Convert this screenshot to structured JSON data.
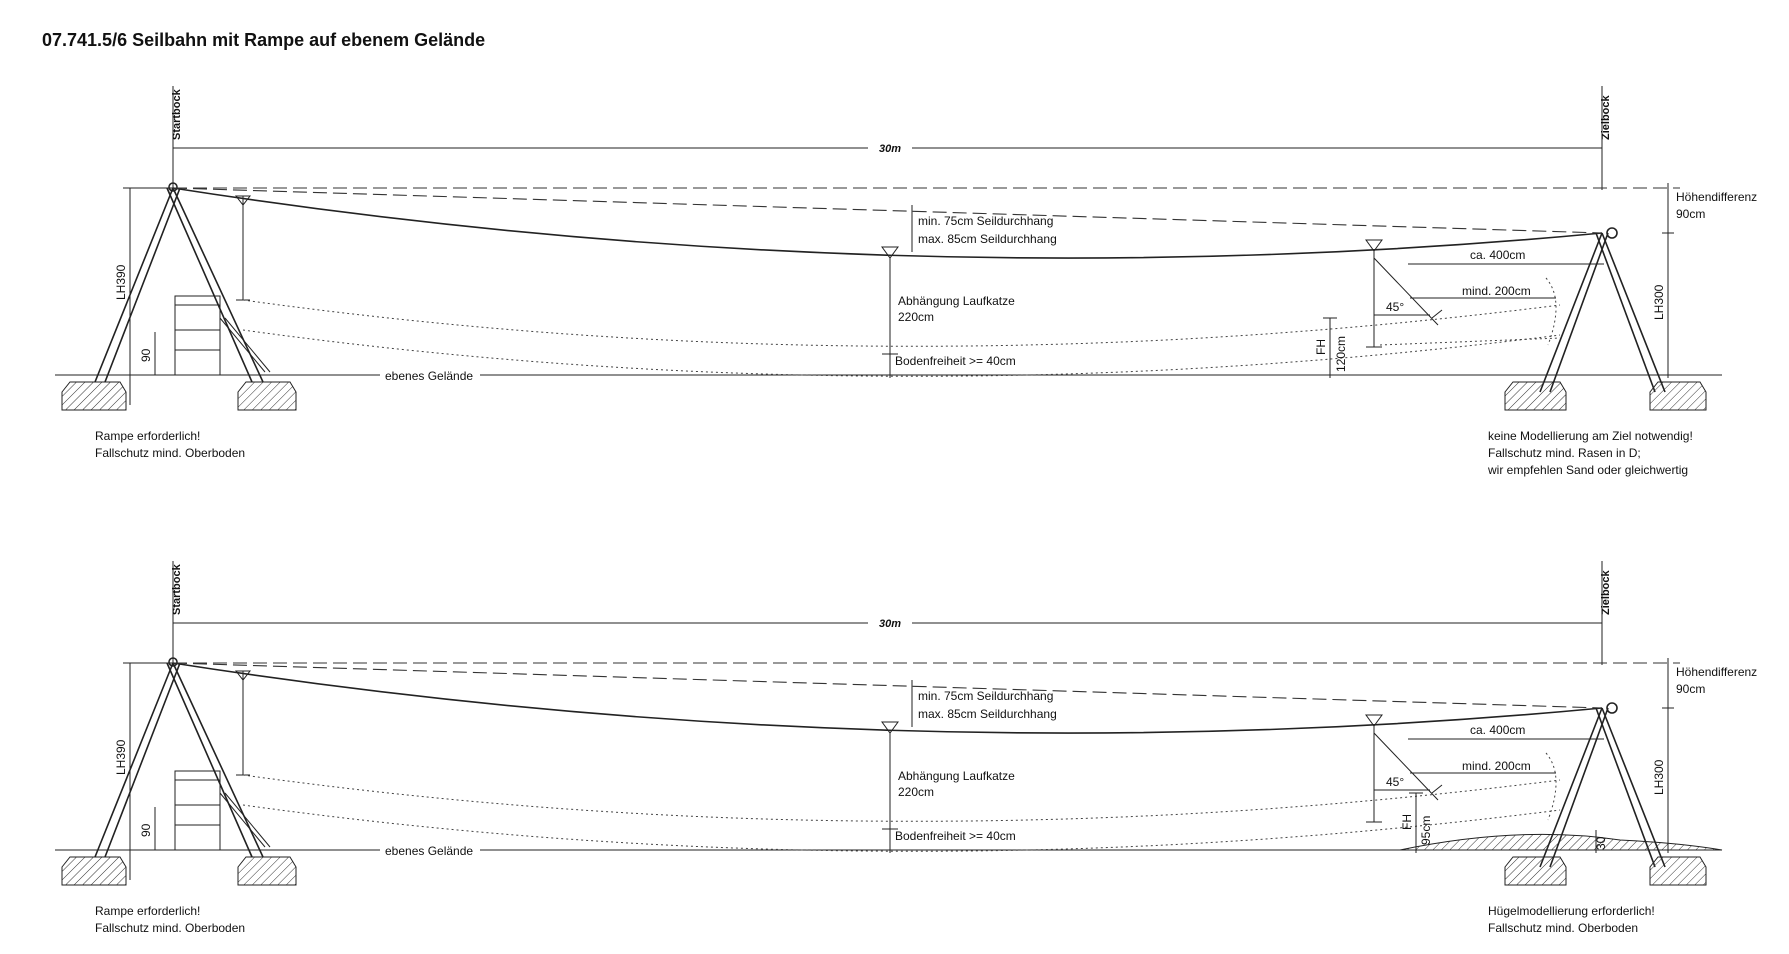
{
  "title": "07.741.5/6 Seilbahn mit Rampe auf ebenem Gelände",
  "diagrams": [
    {
      "start_label": "Startbock",
      "end_label": "Zielbock",
      "span": "30m",
      "height_diff_line1": "Höhendifferenz",
      "height_diff_line2": "90cm",
      "sag_min": "min. 75cm Seildurchhang",
      "sag_max": "max. 85cm Seildurchhang",
      "hanger_line1": "Abhängung Laufkatze",
      "hanger_line2": "220cm",
      "clearance": "Bodenfreiheit >= 40cm",
      "ground": "ebenes Gelände",
      "lh_start": "LH390",
      "lh_end": "LH300",
      "ramp_height": "90",
      "ca_dist": "ca. 400cm",
      "min_dist": "mind. 200cm",
      "angle": "45°",
      "fh_label": "FH",
      "fh_value": "120cm",
      "hill_height": "",
      "note_left_line1": "Rampe erforderlich!",
      "note_left_line2": "Fallschutz mind. Oberboden",
      "note_right_line1": "keine Modellierung am Ziel notwendig!",
      "note_right_line2": "Fallschutz mind. Rasen in D;",
      "note_right_line3": "wir empfehlen Sand oder gleichwertig"
    },
    {
      "start_label": "Startbock",
      "end_label": "Zielbock",
      "span": "30m",
      "height_diff_line1": "Höhendifferenz",
      "height_diff_line2": "90cm",
      "sag_min": "min. 75cm Seildurchhang",
      "sag_max": "max. 85cm Seildurchhang",
      "hanger_line1": "Abhängung Laufkatze",
      "hanger_line2": "220cm",
      "clearance": "Bodenfreiheit >= 40cm",
      "ground": "ebenes Gelände",
      "lh_start": "LH390",
      "lh_end": "LH300",
      "ramp_height": "90",
      "ca_dist": "ca. 400cm",
      "min_dist": "mind. 200cm",
      "angle": "45°",
      "fh_label": "FH",
      "fh_value": "95cm",
      "hill_height": "30",
      "note_left_line1": "Rampe erforderlich!",
      "note_left_line2": "Fallschutz mind. Oberboden",
      "note_right_line1": "Hügelmodellierung erforderlich!",
      "note_right_line2": "Fallschutz mind. Oberboden",
      "note_right_line3": ""
    }
  ]
}
